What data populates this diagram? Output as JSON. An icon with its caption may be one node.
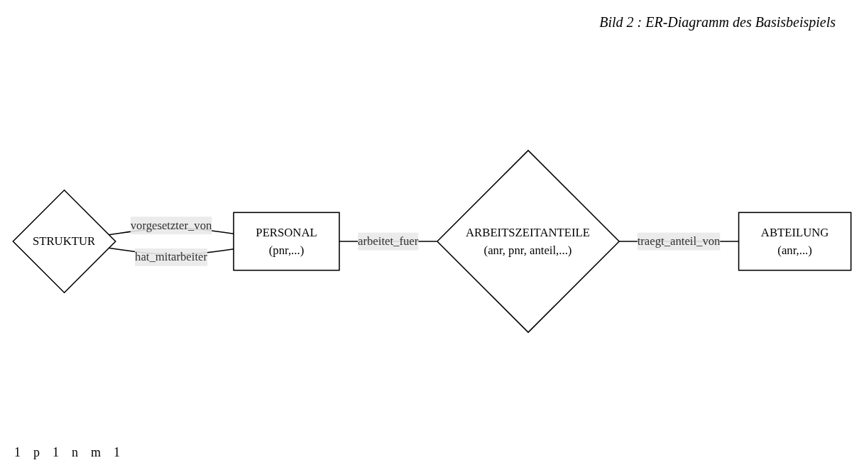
{
  "diagram": {
    "caption": "Bild 2 : ER-Diagramm des Basisbeispiels",
    "nodes": [
      {
        "text": [
          "STRUKTUR"
        ]
      },
      {
        "text": [
          "PERSONAL",
          "(pnr,...)"
        ]
      },
      {
        "text": [
          "ARBEITSZEITANTEILE",
          "(anr, pnr, anteil,...)"
        ]
      },
      {
        "text": [
          "ABTEILUNG",
          "(anr,...)"
        ]
      }
    ],
    "edges": [
      {
        "from": 0,
        "to": 1,
        "arrow": "none",
        "label": "vorgesetzter_von"
      },
      {
        "from": 0,
        "to": 1,
        "arrow": "none",
        "label": "hat_mitarbeiter"
      },
      {
        "from": 1,
        "to": 2,
        "arrow": "none",
        "label": "arbeitet_fuer"
      },
      {
        "from": 2,
        "to": 3,
        "arrow": "none",
        "label": "traegt_anteil_von"
      }
    ],
    "labels": [
      "1",
      "p",
      "1",
      "n",
      "m",
      "1"
    ]
  }
}
